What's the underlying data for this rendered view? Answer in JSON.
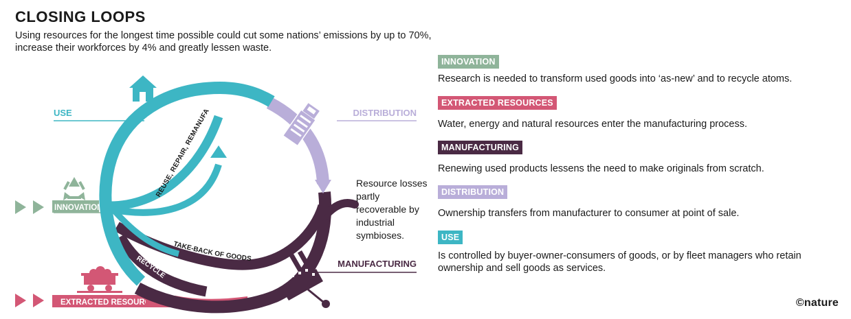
{
  "header": {
    "title": "CLOSING LOOPS",
    "subtitle": "Using resources for the longest time possible could cut some nations’ emissions by up to 70%, increase their workforces by 4% and greatly lessen waste."
  },
  "diagram": {
    "stage_labels": {
      "use": "USE",
      "distribution": "DISTRIBUTION",
      "innovation": "INNOVATION",
      "manufacturing": "MANUFACTURING",
      "extracted": "EXTRACTED RESOURCES"
    },
    "flow_labels": {
      "reuse": "REUSE, REPAIR, REMANUFACTURE",
      "takeback": "TAKE-BACK OF GOODS",
      "recycle": "RECYCLE"
    },
    "annotation": "Resource losses partly recoverable by industrial symbioses.",
    "icons": [
      "house-icon",
      "truck-icon",
      "recycle-icon",
      "mine-cart-icon",
      "factory-icon"
    ]
  },
  "legend": [
    {
      "key": "innovation",
      "label": "INNOVATION",
      "color": "#8fb49a",
      "text": "Research is needed to transform used goods into ‘as-new’ and to recycle atoms."
    },
    {
      "key": "extracted",
      "label": "EXTRACTED RESOURCES",
      "color": "#d35775",
      "text": "Water, energy and natural resources enter the manufacturing process."
    },
    {
      "key": "manufacturing",
      "label": "MANUFACTURING",
      "color": "#4a2a44",
      "text": "Renewing used products lessens the need to make originals from scratch."
    },
    {
      "key": "distribution",
      "label": "DISTRIBUTION",
      "color": "#b9aed9",
      "text": "Ownership transfers from manufacturer to consumer at point of sale."
    },
    {
      "key": "use",
      "label": "USE",
      "color": "#3db6c4",
      "text": "Is controlled by buyer-owner-consumers of goods, or by fleet managers who retain ownership and sell goods as services."
    }
  ],
  "colors": {
    "teal": "#3db6c4",
    "lavender": "#b9aed9",
    "plum": "#4a2a44",
    "pink": "#d35775",
    "sage": "#8fb49a"
  },
  "credit": "©nature"
}
